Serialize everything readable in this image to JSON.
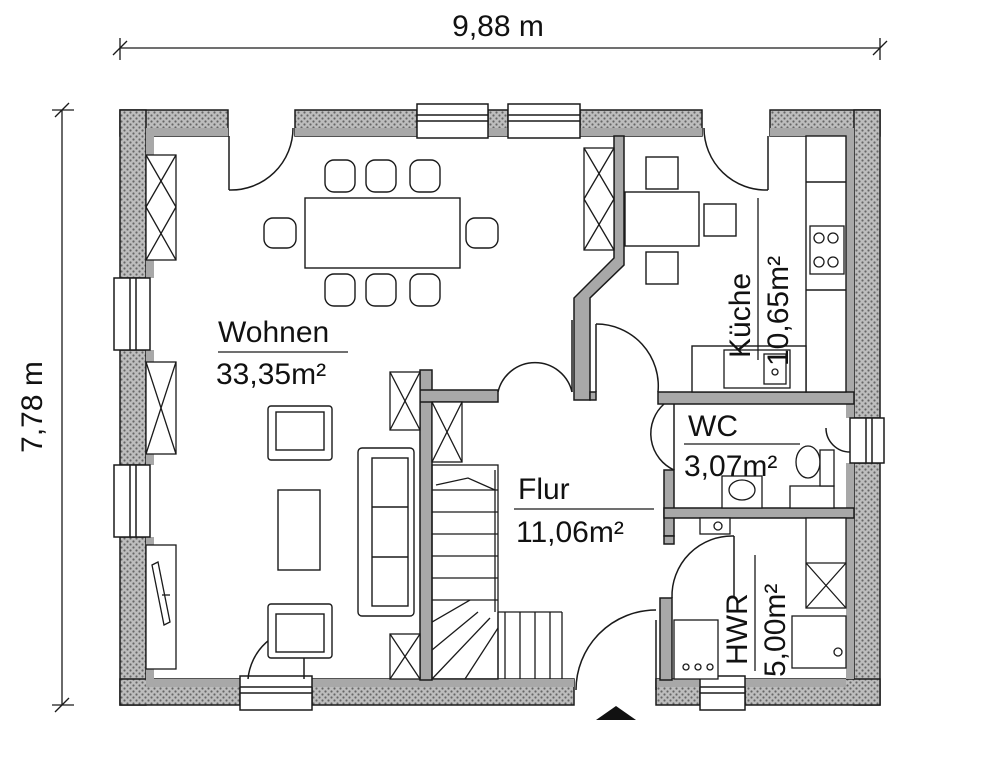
{
  "dimensions": {
    "width": "9,88 m",
    "height": "7,78 m"
  },
  "rooms": {
    "wohnen": {
      "name": "Wohnen",
      "area": "33,35m²"
    },
    "kueche": {
      "name": "Küche",
      "area": "10,65m²"
    },
    "wc": {
      "name": "WC",
      "area": "3,07m²"
    },
    "flur": {
      "name": "Flur",
      "area": "11,06m²"
    },
    "hwr": {
      "name": "HWR",
      "area": "5,00m²"
    }
  },
  "colors": {
    "wall_fill": "#a8a8a8",
    "line": "#1a1a1a",
    "background": "#ffffff"
  }
}
